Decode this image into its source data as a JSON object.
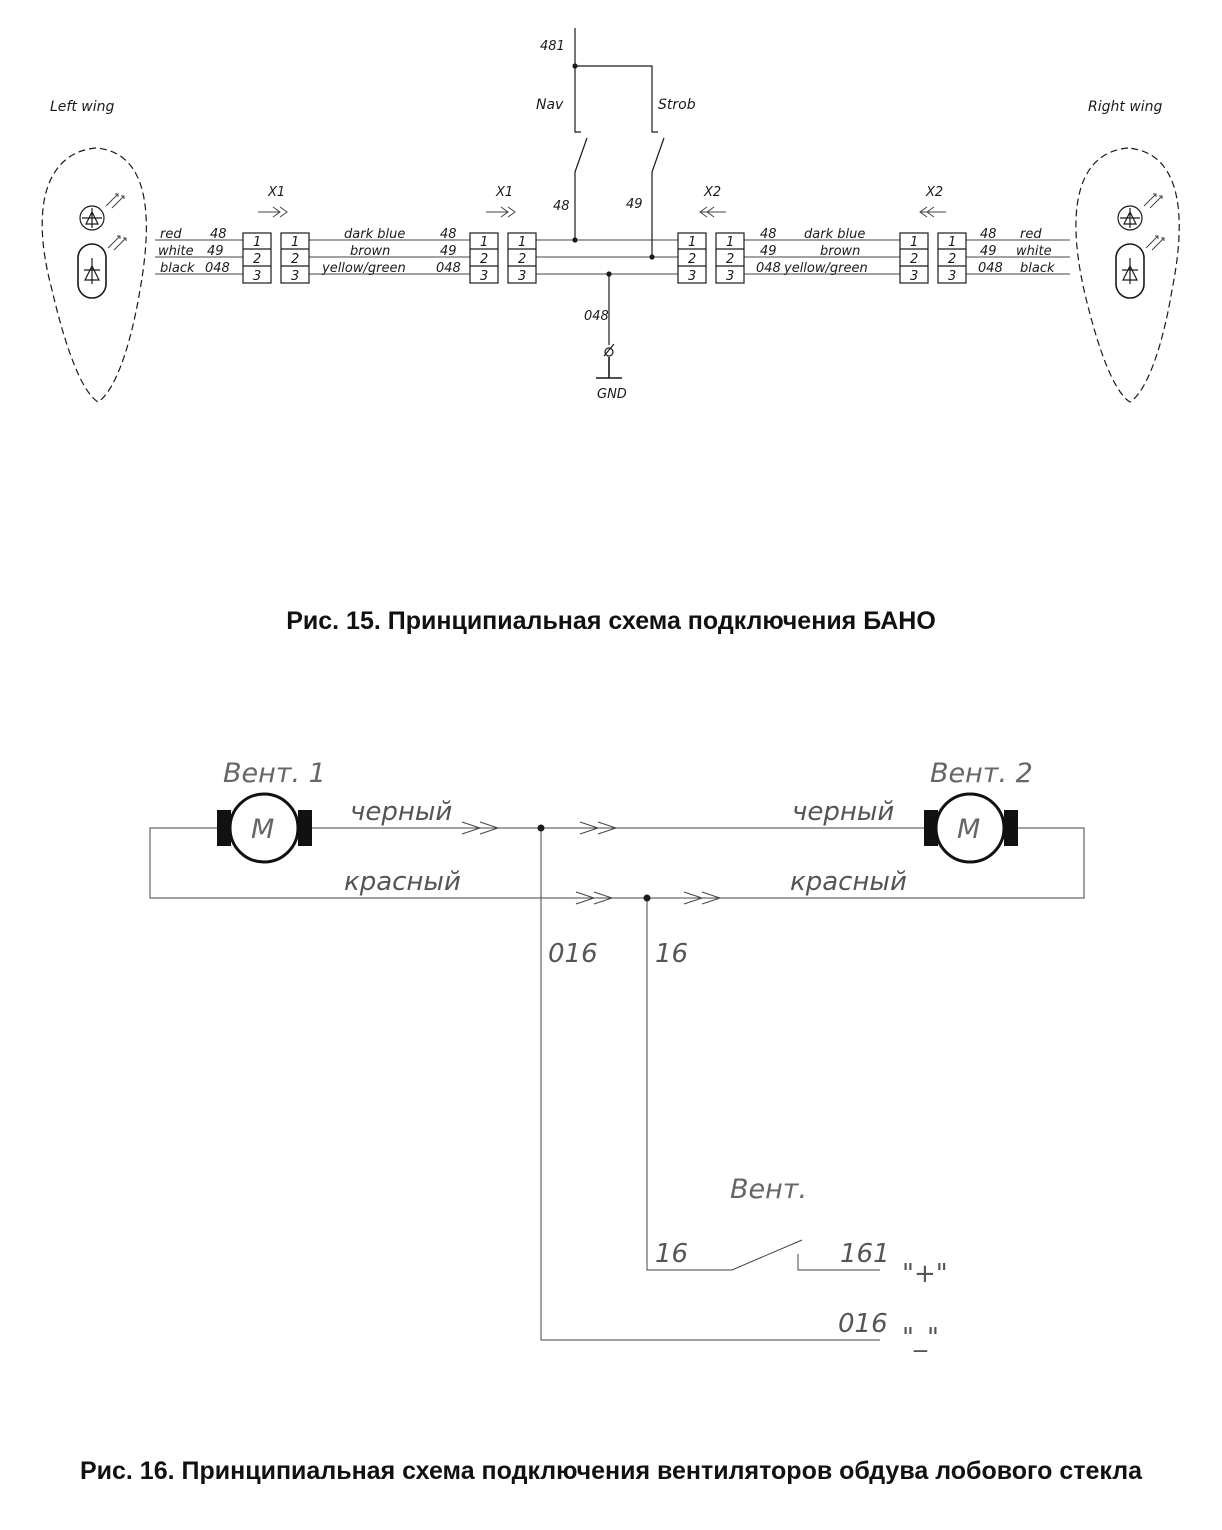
{
  "fig15": {
    "labels": {
      "left_wing": "Left wing",
      "right_wing": "Right wing",
      "wire_481": "481",
      "nav": "Nav",
      "strob": "Strob",
      "wire_48": "48",
      "wire_49": "49",
      "wire_048": "048",
      "gnd": "GND",
      "x1": "X1",
      "x2": "X2"
    },
    "wire_names_left": [
      "red",
      "white",
      "black"
    ],
    "wire_names_mid": [
      "dark blue",
      "brown",
      "yellow/green"
    ],
    "wire_names_right": [
      "red",
      "white",
      "black"
    ],
    "wire_numbers": [
      "48",
      "49",
      "048"
    ],
    "pins": [
      "1",
      "2",
      "3"
    ],
    "caption": "Рис. 15. Принципиальная схема подключения БАНО"
  },
  "fig16": {
    "labels": {
      "fan1": "Вент. 1",
      "fan2": "Вент. 2",
      "motor": "M",
      "black": "черный",
      "red": "красный",
      "w016": "016",
      "w16": "16",
      "switch": "Вент.",
      "w161": "161",
      "plus": "\"+\"",
      "minus": "\"_\""
    },
    "caption": "Рис. 16. Принципиальная схема подключения вентиляторов обдува лобового стекла"
  }
}
